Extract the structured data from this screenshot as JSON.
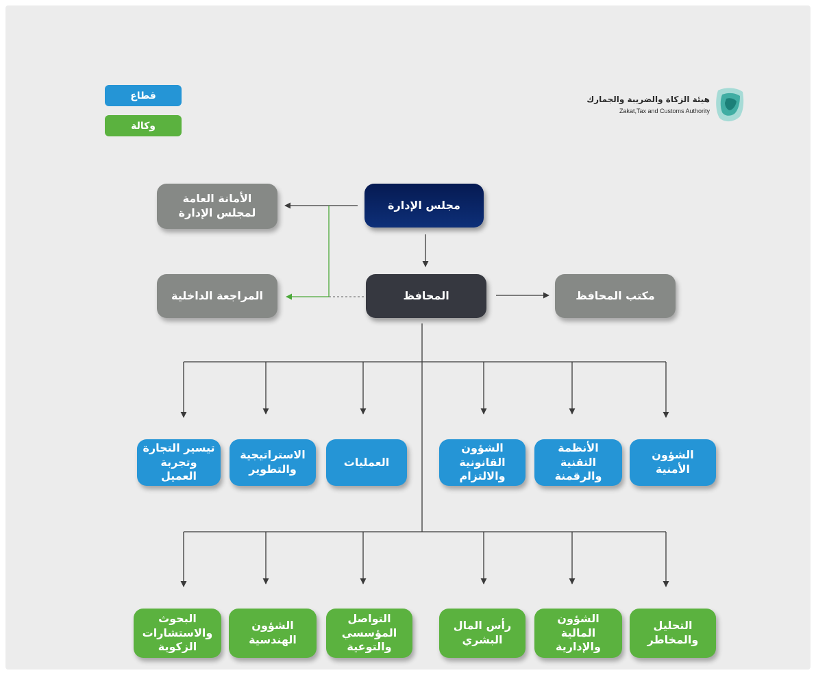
{
  "colors": {
    "background": "#ececec",
    "sector": "#2595d6",
    "agency": "#5bb23f",
    "gray": "#868986",
    "board": "#061a52",
    "governor": "#363840",
    "connector": "#3a3a3a",
    "audit_connector": "#4ca93a"
  },
  "logo": {
    "name_ar": "هيئة الزكاة والضريبة والجمارك",
    "name_en": "Zakat,Tax and Customs Authority",
    "icon": "zatca-emblem-icon"
  },
  "legend": {
    "sector_label": "قطاع",
    "agency_label": "وكالة"
  },
  "nodes": {
    "board": "مجلس الإدارة",
    "general_secretariat": "الأمانة العامة\nلمجلس الإدارة",
    "governor": "المحافظ",
    "internal_audit": "المراجعة الداخلية",
    "governor_office": "مكتب المحافظ"
  },
  "sectors": [
    "تيسير التجارة\nوتجربة العميل",
    "الاستراتيجية\nوالتطوير",
    "العمليات",
    "الشؤون القانونية\nوالالتزام",
    "الأنظمة التقنية\nوالرقمنة",
    "الشؤون الأمنية"
  ],
  "agencies": [
    "البحوث والاستشارات\nالزكوية",
    "الشؤون الهندسية",
    "التواصل المؤسسي\nوالتوعية",
    "رأس المال البشري",
    "الشؤون المالية\nوالإدارية",
    "التحليل والمخاطر"
  ]
}
